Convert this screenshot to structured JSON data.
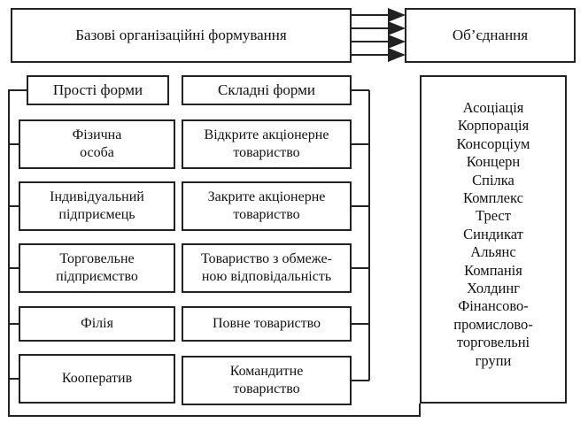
{
  "top": {
    "base": "Базові організаційні формування",
    "union": "Об’єднання"
  },
  "simple": {
    "header": "Прості форми",
    "items": [
      "Фізична\nособа",
      "Індивідуальний\nпідприємець",
      "Торговельне\nпідприємство",
      "Філія",
      "Кооператив"
    ]
  },
  "complex": {
    "header": "Складні форми",
    "items": [
      "Відкрите акціонерне\nтовариство",
      "Закрите акціонерне\nтовариство",
      "Товариство з обмеже-\nною відповідальність",
      "Повне товариство",
      "Командитне\nтовариство"
    ]
  },
  "unions": [
    "Асоціація",
    "Корпорація",
    "Консорціум",
    "Концерн",
    "Спілка",
    "Комплекс",
    "Трест",
    "Синдикат",
    "Альянс",
    "Компанія",
    "Холдинг",
    "Фінансово-",
    "промислово-",
    "торговельні",
    "групи"
  ]
}
